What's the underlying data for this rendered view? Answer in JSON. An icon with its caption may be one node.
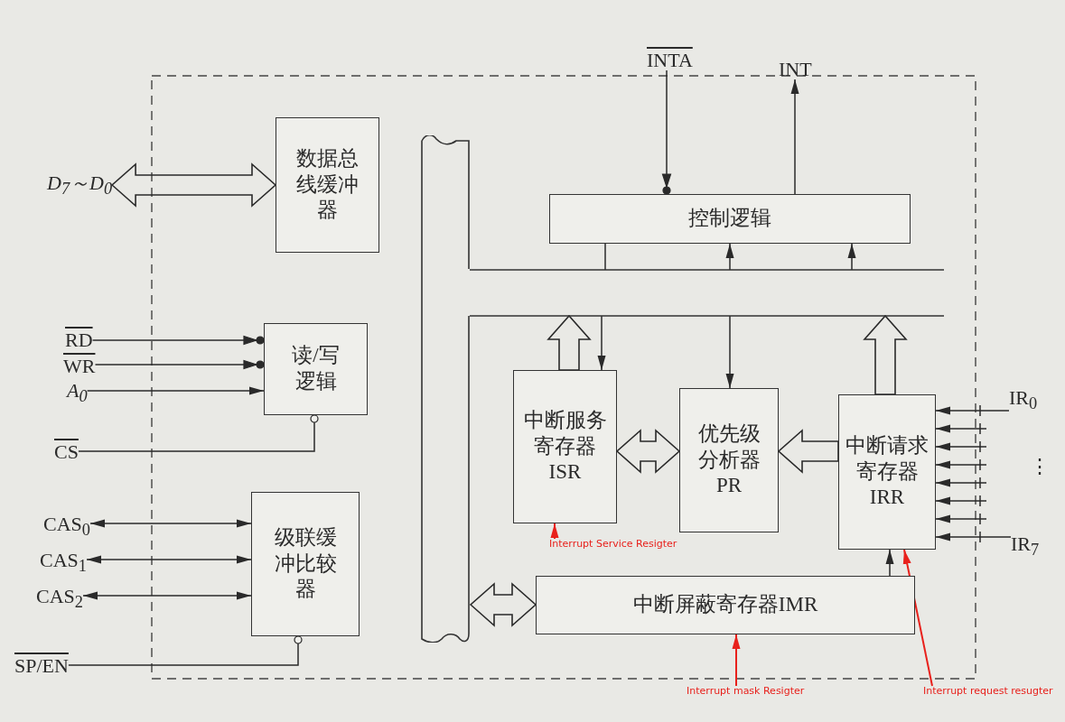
{
  "diagram": {
    "nodes": [
      {
        "text": [
          "数据总线缓冲器"
        ]
      },
      {
        "text": [
          "读/写逻辑"
        ]
      },
      {
        "text": [
          "级联缓冲比较器"
        ]
      },
      {
        "text": [
          "控制逻辑"
        ]
      },
      {
        "text": [
          "中断服务寄存器",
          "ISR"
        ]
      },
      {
        "text": [
          "优先级分析器",
          "PR"
        ]
      },
      {
        "text": [
          "中断请求寄存器",
          "IRR"
        ]
      },
      {
        "text": [
          "中断屏蔽寄存器IMR"
        ]
      },
      {
        "text": [],
        "shape": "bar"
      },
      {
        "text": [
          "D$_{7}$～D$_{0}$"
        ]
      },
      {
        "text": [
          "RD"
        ]
      },
      {
        "text": [
          "WR"
        ]
      },
      {
        "text": [
          "A$_{0}$"
        ]
      },
      {
        "text": [
          "CS"
        ]
      },
      {
        "text": [
          "CAS$_{0}$"
        ]
      },
      {
        "text": [
          "CAS$_{1}$"
        ]
      },
      {
        "text": [
          "CAS$_{2}$"
        ]
      },
      {
        "text": [
          "SP/EN"
        ]
      },
      {
        "text": [
          "INTA"
        ]
      },
      {
        "text": [
          "INT"
        ]
      },
      {
        "text": [
          "IR$_{0}$"
        ]
      },
      {
        "text": [
          "IR$_{7}$"
        ]
      },
      {
        "text": [
          "Interrupt Service Resigter"
        ]
      },
      {
        "text": [
          "Interrupt mask Resigter"
        ]
      },
      {
        "text": [
          "Interrupt request resugter"
        ]
      },
      {
        "text": [],
        "shape": "bar"
      }
    ],
    "edges": [
      {
        "from": 9,
        "to": 0,
        "arrow": "both",
        "style": "thick"
      },
      {
        "from": 10,
        "to": 1,
        "arrow": "to"
      },
      {
        "from": 11,
        "to": 1,
        "arrow": "to"
      },
      {
        "from": 12,
        "to": 1,
        "arrow": "to"
      },
      {
        "from": 13,
        "to": 1,
        "arrow": "other"
      },
      {
        "from": 14,
        "to": 2,
        "arrow": "both"
      },
      {
        "from": 15,
        "to": 2,
        "arrow": "both"
      },
      {
        "from": 16,
        "to": 2,
        "arrow": "both"
      },
      {
        "from": 17,
        "to": 2,
        "arrow": "other"
      },
      {
        "from": 18,
        "to": 3,
        "arrow": "to"
      },
      {
        "from": 3,
        "to": 19,
        "arrow": "to"
      },
      {
        "from": 25,
        "to": 3,
        "arrow": "none"
      },
      {
        "from": 25,
        "to": 3,
        "arrow": "to"
      },
      {
        "from": 25,
        "to": 3,
        "arrow": "to"
      },
      {
        "from": 4,
        "to": 25,
        "arrow": "to",
        "style": "thick"
      },
      {
        "from": 25,
        "to": 4,
        "arrow": "to"
      },
      {
        "from": 25,
        "to": 5,
        "arrow": "to"
      },
      {
        "from": 6,
        "to": 25,
        "arrow": "to",
        "style": "thick"
      },
      {
        "from": 4,
        "to": 5,
        "arrow": "both",
        "style": "thick"
      },
      {
        "from": 6,
        "to": 5,
        "arrow": "to",
        "style": "thick"
      },
      {
        "from": 8,
        "to": 7,
        "arrow": "both",
        "style": "thick"
      },
      {
        "from": 7,
        "to": 6,
        "arrow": "to"
      },
      {
        "from": 20,
        "to": 6,
        "arrow": "to"
      },
      {
        "from": null,
        "to": 6,
        "arrow": "to"
      },
      {
        "from": null,
        "to": 6,
        "arrow": "to"
      },
      {
        "from": null,
        "to": 6,
        "arrow": "to"
      },
      {
        "from": null,
        "to": 6,
        "arrow": "to"
      },
      {
        "from": null,
        "to": 6,
        "arrow": "to"
      },
      {
        "from": null,
        "to": 6,
        "arrow": "to"
      },
      {
        "from": 21,
        "to": 6,
        "arrow": "to"
      },
      {
        "from": 22,
        "to": 4,
        "arrow": "to",
        "color": "#e8211c"
      },
      {
        "from": 23,
        "to": 7,
        "arrow": "to",
        "color": "#e8211c"
      },
      {
        "from": 24,
        "to": 6,
        "arrow": "to",
        "color": "#e8211c"
      }
    ],
    "labels": [
      "⋮"
    ]
  }
}
